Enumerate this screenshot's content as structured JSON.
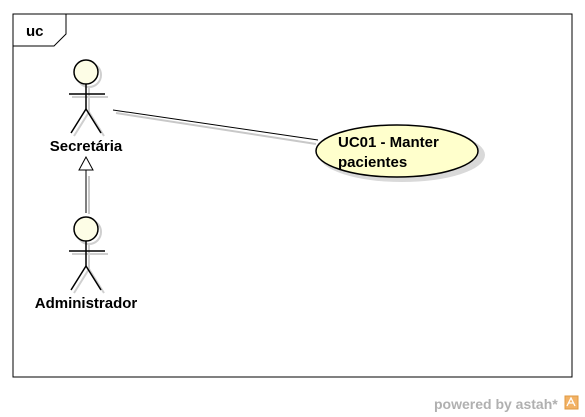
{
  "frame": {
    "title": "uc"
  },
  "actors": {
    "secretaria": {
      "name": "Secretária"
    },
    "administrador": {
      "name": "Administrador"
    }
  },
  "use_case": {
    "line1": "UC01 - Manter",
    "line2": "pacientes"
  },
  "footer": {
    "text": "powered by astah*"
  },
  "colors": {
    "actor_fill": "#fdfde6",
    "use_case_fill": "#ffffcc",
    "line": "#000000",
    "footer_text": "#b0b0b0"
  }
}
